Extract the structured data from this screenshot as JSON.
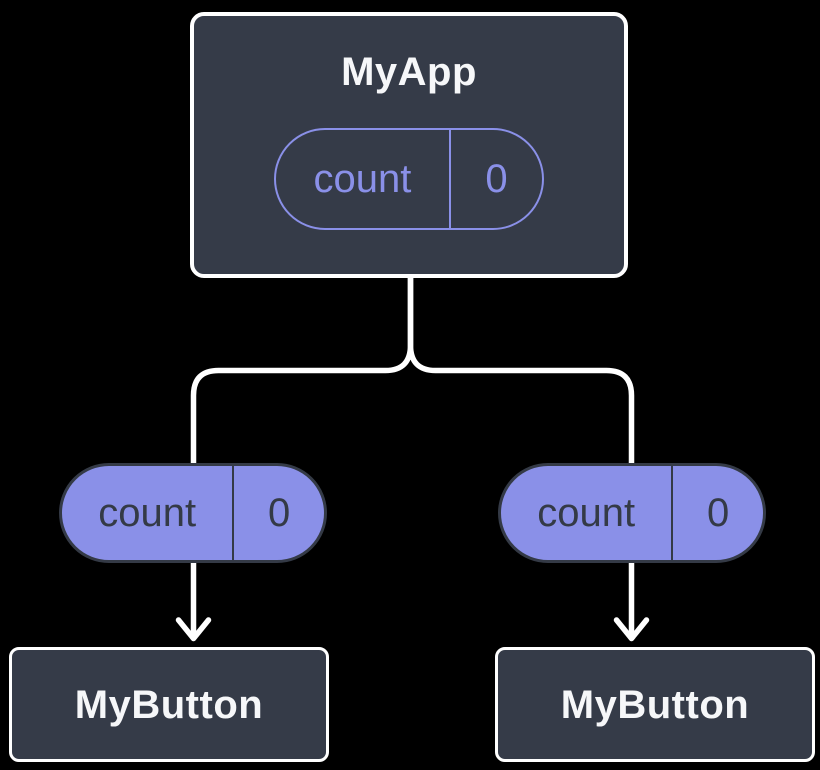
{
  "diagram": {
    "root": {
      "label": "MyApp",
      "state": {
        "name": "count",
        "value": "0"
      }
    },
    "children": [
      {
        "pill": {
          "name": "count",
          "value": "0"
        },
        "label": "MyButton"
      },
      {
        "pill": {
          "name": "count",
          "value": "0"
        },
        "label": "MyButton"
      }
    ]
  },
  "colors": {
    "background": "#000000",
    "node_fill": "#353B48",
    "node_border": "#FFFFFF",
    "node_text": "#F6F7F9",
    "accent_purple": "#8A90E8",
    "pill_dark": "#343A46",
    "connector": "#FFFFFF"
  }
}
